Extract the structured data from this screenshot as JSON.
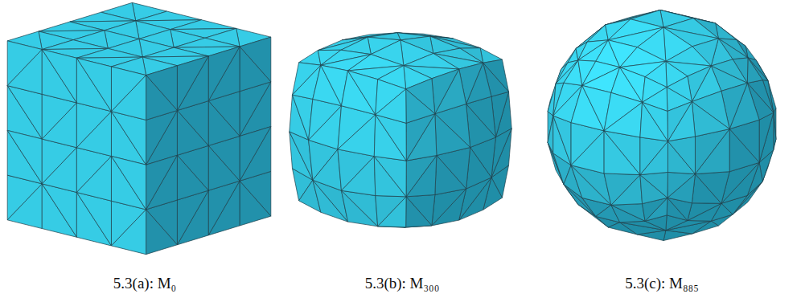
{
  "diagram": {
    "labels": [
      "5.3(a): M₀",
      "5.3(b): M₃₀₀",
      "5.3(c): M₈₈₅"
    ]
  }
}
